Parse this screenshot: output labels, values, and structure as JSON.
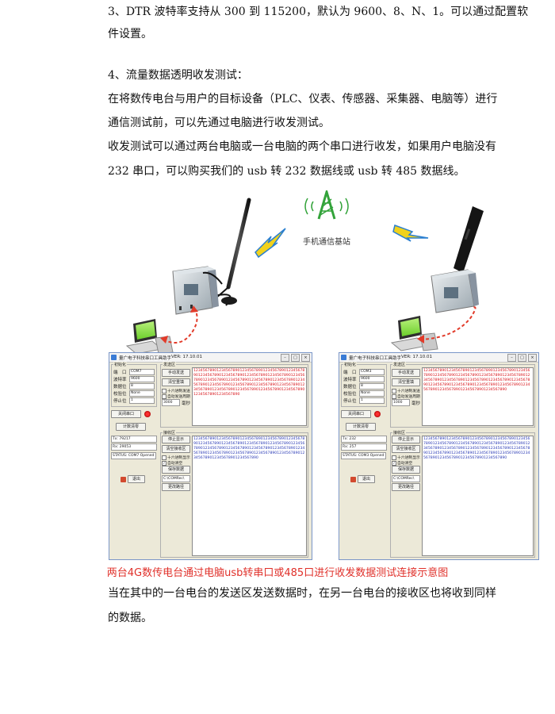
{
  "paragraphs": {
    "p1_line1": "3、DTR 波特率支持从 300 到 115200，默认为 9600、8、N、1。可以通过配置软",
    "p1_line2": "件设置。",
    "p2_heading": "4、流量数据透明收发测试：",
    "p2_line1": "在将数传电台与用户的目标设备（PLC、仪表、传感器、采集器、电脑等）进行",
    "p2_line2": "通信测试前，可以先通过电脑进行收发测试。",
    "p2_line3": "收发测试可以通过两台电脑或一台电脑的两个串口进行收发，如果用户电脑没有",
    "p2_line4": "232 串口，可以购买我们的 usb 转 232 数据线或 usb 转 485 数据线。",
    "p3_line1": "当在其中的一台电台的发送区发送数据时，在另一台电台的接收区也将收到同样",
    "p3_line2": "的数据。"
  },
  "diagram": {
    "tower_label": "手机通信基站",
    "caption": "两台4G数传电台通过电脑usb转串口或485口进行收发数据测试连接示意图"
  },
  "tool_left": {
    "title": "量广电子科技串口工具助手",
    "version": "VER: 17.10.01",
    "init_group": "初始化",
    "port_label": "端　口",
    "port_value": "COM7",
    "baud_label": "波特率",
    "baud_value": "9600",
    "data_label": "数据位",
    "data_value": "8",
    "parity_label": "校验位",
    "parity_value": "None",
    "stop_label": "停止位",
    "stop_value": "1",
    "close_btn": "关闭串口",
    "count_clear": "计数清零",
    "tx": "Tx: 79217",
    "rx": "Rx: 29053",
    "status": "STATUS:  COM7 Opened",
    "exit": "退出",
    "send_group": "发送区",
    "manual_send": "手动发送",
    "clear_send": "清空重填",
    "hex_send": "十六进制发送",
    "auto_send": "自动发送周期",
    "period": "3000",
    "ms": "毫秒",
    "send_text": "12345678901234567890123456789012345678901234567890123456789012345678901234567890123456789012345678901234567890123456789012345678901234567890123456789012345678901234567890123456789012345678901234567890123456789012345678901234567890123456789012345678901234567890",
    "recv_group": "接收区",
    "stop_show": "停止显示",
    "clear_recv": "清空接收区",
    "hex_show": "十六进制显示",
    "auto_clear": "自动清空",
    "save_data": "保存数据",
    "path": "C:\\COMRec\\",
    "change_path": "更改路径",
    "recv_text": "1234567890123456789012345678901234567890123456789012345678901234567890123456789012345678901234567890123456789012345678901234567890123456789012345678901234567890123456789012345678901234567890123456789012345678901234567890"
  },
  "tool_right": {
    "title": "量广电子科技串口工具助手",
    "version": "VER: 17.10.01",
    "init_group": "初始化",
    "port_label": "端　口",
    "port_value": "COM3",
    "baud_label": "波特率",
    "baud_value": "9600",
    "data_label": "数据位",
    "data_value": "8",
    "parity_label": "校验位",
    "parity_value": "None",
    "stop_label": "停止位",
    "stop_value": "1",
    "close_btn": "关闭串口",
    "count_clear": "计数清零",
    "tx": "Tx: 232",
    "rx": "Rx: 257",
    "status": "STATUS:  COM3 Opened",
    "exit": "退出",
    "send_group": "发送区",
    "manual_send": "手动发送",
    "clear_send": "清空重填",
    "hex_send": "十六进制发送",
    "auto_send": "自动发送周期",
    "period": "1000",
    "ms": "毫秒",
    "send_text": "1234567890123456789012345678901234567890123456789012345678901234567890123456789012345678901234567890123456789012345678901234567890123456789012345678901234567890123456789012345678901234567890123456789012345678901234567890",
    "recv_group": "接收区",
    "stop_show": "停止显示",
    "clear_recv": "清空接收区",
    "hex_show": "十六进制显示",
    "auto_clear": "自动清空",
    "save_data": "保存数据",
    "path": "C:\\COMRec\\",
    "change_path": "更改路径",
    "recv_text": "1234567890123456789012345678901234567890123456789012345678901234567890123456789012345678901234567890123456789012345678901234567890123456789012345678901234567890123456789012345678901234567890123456789012345678901234567890"
  }
}
